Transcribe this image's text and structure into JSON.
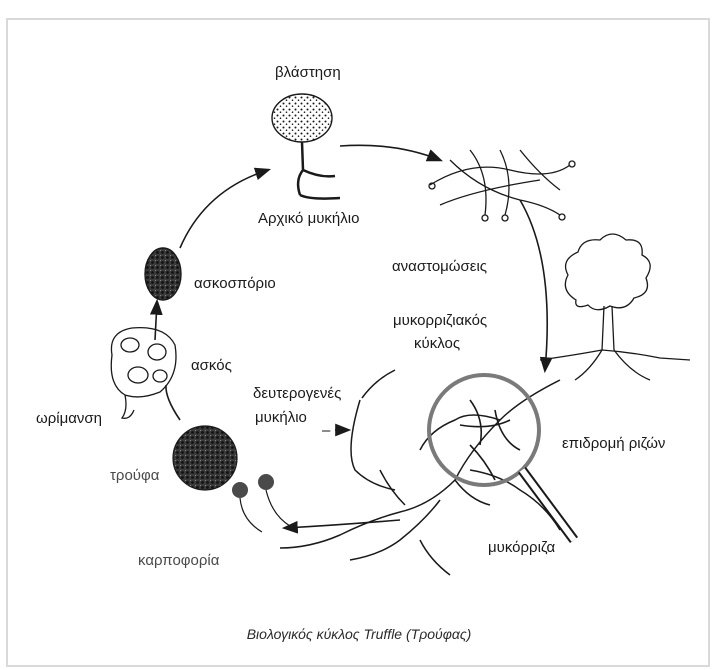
{
  "diagram": {
    "labels": {
      "germination": "βλάστηση",
      "primary_mycelium": "Αρχικό μυκήλιο",
      "anastomoses": "αναστομώσεις",
      "mycorrhizal_cycle_1": "μυκορριζιακός",
      "mycorrhizal_cycle_2": "κύκλος",
      "ascospore": "ασκοσπόριο",
      "ascus": "ασκός",
      "maturation": "ωρίμανση",
      "secondary_mycelium_1": "δευτερογενές",
      "secondary_mycelium_2": "μυκήλιο",
      "dash": "–",
      "root_invasion": "επιδρομή ριζών",
      "truffle": "τρούφα",
      "fruiting": "καρποφορία",
      "mycorrhiza": "μυκόρριζα"
    },
    "caption": "Βιολογικός κύκλος Truffle (Τρούφας)"
  },
  "colors": {
    "ink": "#1a1a1a",
    "frame": "#d9d9d9"
  }
}
